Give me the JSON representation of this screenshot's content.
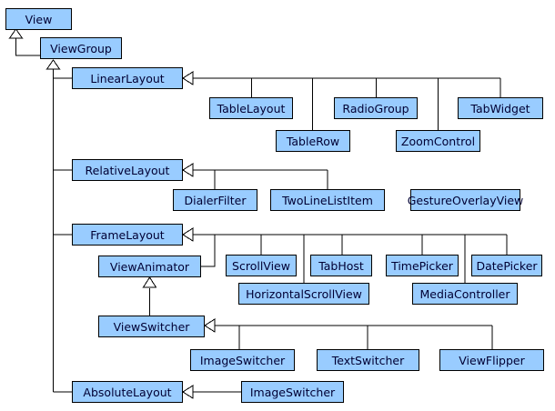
{
  "colors": {
    "node_fill": "#99ccff",
    "line": "#000000",
    "background": "#ffffff"
  },
  "nodes": {
    "view": "View",
    "viewgroup": "ViewGroup",
    "linearlayout": "LinearLayout",
    "tablelayout": "TableLayout",
    "radiogroup": "RadioGroup",
    "tabwidget": "TabWidget",
    "tablerow": "TableRow",
    "zoomcontrol": "ZoomControl",
    "relativelayout": "RelativeLayout",
    "dialerfilter": "DialerFilter",
    "twolinelistitem": "TwoLineListItem",
    "gestureoverlayview": "GestureOverlayView",
    "framelayout": "FrameLayout",
    "viewanimator": "ViewAnimator",
    "scrollview": "ScrollView",
    "tabhost": "TabHost",
    "timepicker": "TimePicker",
    "datepicker": "DatePicker",
    "horizontalscrollview": "HorizontalScrollView",
    "mediacontroller": "MediaController",
    "viewswitcher": "ViewSwitcher",
    "imageswitcher": "ImageSwitcher",
    "textswitcher": "TextSwitcher",
    "viewflipper": "ViewFlipper",
    "absolutelayout": "AbsoluteLayout",
    "imageswitcher2": "ImageSwitcher"
  }
}
